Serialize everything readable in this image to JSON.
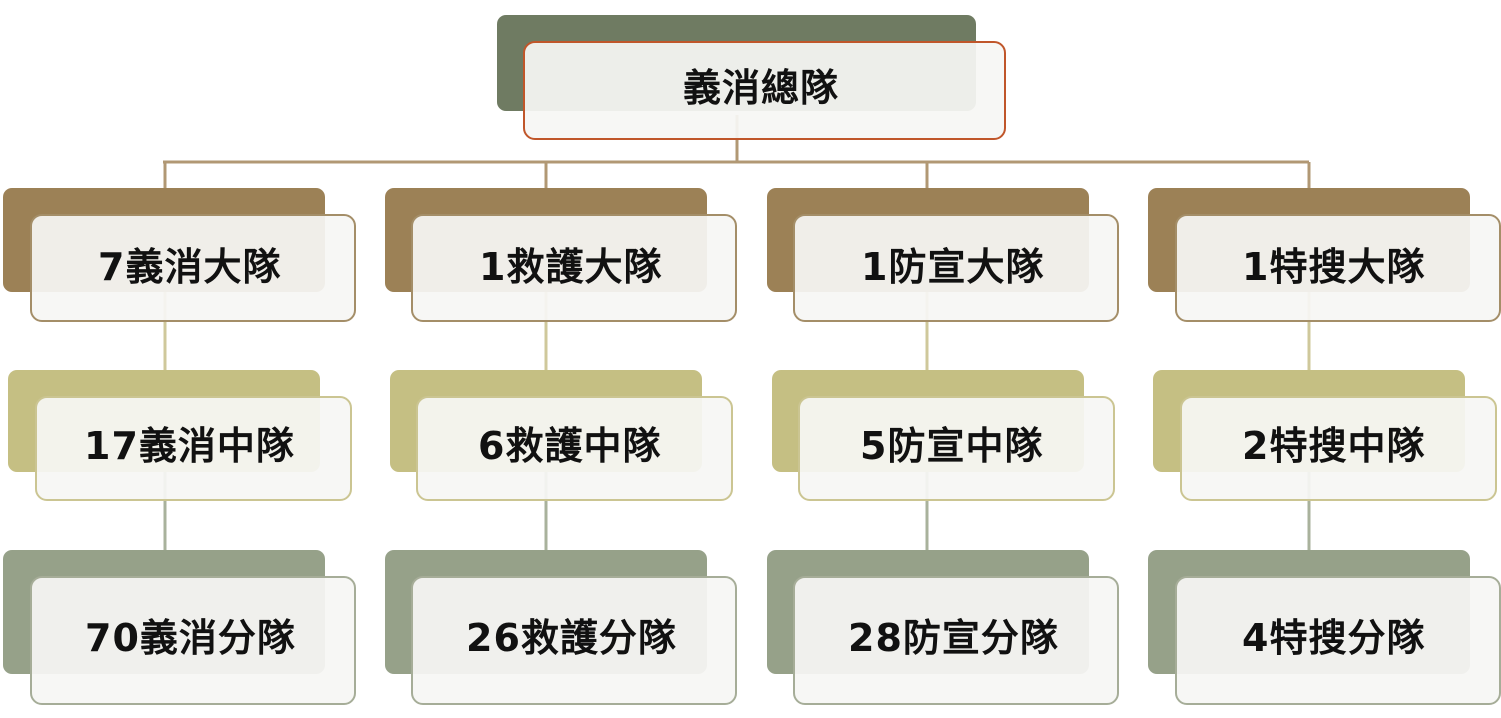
{
  "colors": {
    "connector_top": "#b19874",
    "connector_mid": "#cfc89b",
    "connector_low": "#a9b29c",
    "root_back": "#6f7b62",
    "root_border": "#c0562a",
    "l1_back": "#9c8156",
    "l1_border": "#a48e68",
    "l2_back": "#c5bf83",
    "l2_border": "#cbc592",
    "l3_back": "#96a189",
    "l3_border": "#a6ad98"
  },
  "root": {
    "label": "義消總隊"
  },
  "columns": [
    {
      "brigade": "7義消大隊",
      "squadron": "17義消中隊",
      "team": "70義消分隊"
    },
    {
      "brigade": "1救護大隊",
      "squadron": "6救護中隊",
      "team": "26救護分隊"
    },
    {
      "brigade": "1防宣大隊",
      "squadron": "5防宣中隊",
      "team": "28防宣分隊"
    },
    {
      "brigade": "1特搜大隊",
      "squadron": "2特搜中隊",
      "team": "4特搜分隊"
    }
  ]
}
